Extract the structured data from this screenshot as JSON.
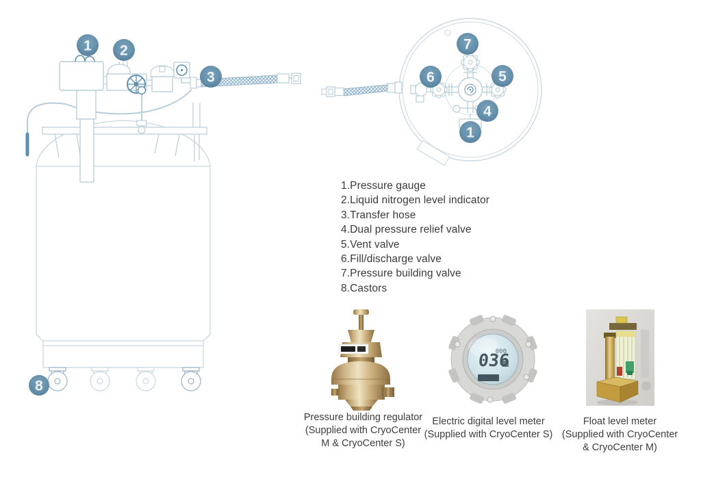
{
  "figure": {
    "badge_color": "#6792ad",
    "line_color": "#b7cdd9",
    "accent_color": "#5f8fae",
    "callouts": {
      "side": [
        "1",
        "2",
        "3",
        "8"
      ],
      "top": [
        "7",
        "6",
        "5",
        "4",
        "1"
      ]
    }
  },
  "legend": {
    "items": [
      "1.Pressure gauge",
      "2.Liquid nitrogen level indicator",
      "3.Transfer hose",
      "4.Dual pressure relief valve",
      "5.Vent valve",
      "6.Fill/discharge valve",
      "7.Pressure building valve",
      "8.Castors"
    ]
  },
  "products": {
    "regulator": {
      "caption": [
        "Pressure building regulator",
        "(Supplied with CryoCenter",
        "M & CryoCenter S)"
      ]
    },
    "digital_meter": {
      "caption": [
        "Electric digital level meter",
        "(Supplied with CryoCenter S)"
      ],
      "lcd_main": "036",
      "lcd_small": "000"
    },
    "float_meter": {
      "caption": [
        "Float level meter",
        "(Supplied with CryoCenter",
        "& CryoCenter M)"
      ]
    }
  }
}
